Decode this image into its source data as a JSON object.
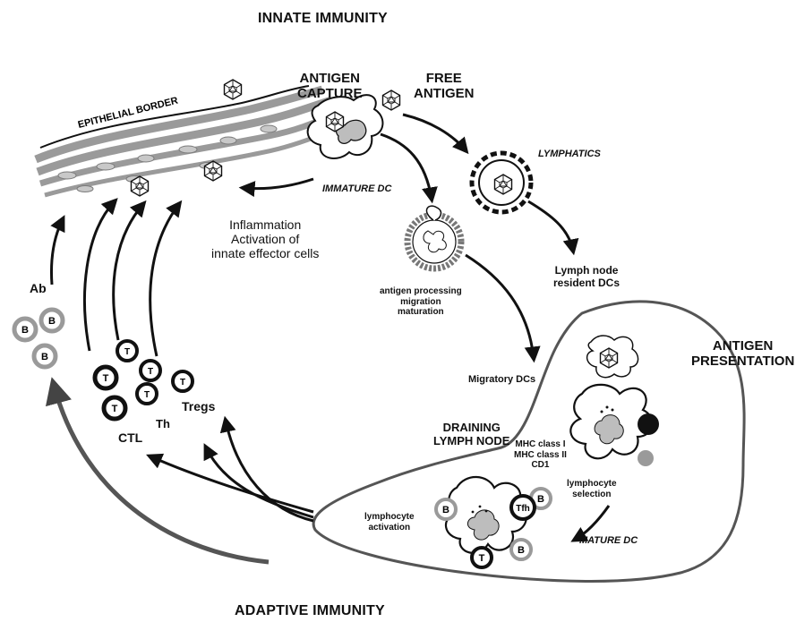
{
  "titles": {
    "innate": "INNATE IMMUNITY",
    "adaptive": "ADAPTIVE IMMUNITY",
    "antigen_capture": [
      "ANTIGEN",
      "CAPTURE"
    ],
    "free_antigen": [
      "FREE",
      "ANTIGEN"
    ],
    "antigen_presentation": [
      "ANTIGEN",
      "PRESENTATION"
    ],
    "draining_lymph_node": [
      "DRAINING",
      "LYMPH NODE"
    ]
  },
  "labels": {
    "epithelial_border": "EPITHELIAL BORDER",
    "lymphatics": "LYMPHATICS",
    "immature_dc": "IMMATURE DC",
    "mature_dc": "MATURE DC",
    "inflammation": [
      "Inflammation",
      "Activation of",
      "innate effector cells"
    ],
    "lymph_node_resident": [
      "Lymph node",
      "resident DCs"
    ],
    "antigen_processing": [
      "antigen processing",
      "migration",
      "maturation"
    ],
    "migratory_dcs": "Migratory DCs",
    "mhc": [
      "MHC class I",
      "MHC class II",
      "CD1"
    ],
    "lymphocyte_selection": [
      "lymphocyte",
      "selection"
    ],
    "lymphocyte_activation": [
      "lymphocyte",
      "activation"
    ],
    "ab": "Ab",
    "ctl": "CTL",
    "th": "Th",
    "tregs": "Tregs"
  },
  "cells": {
    "b": "B",
    "t": "T",
    "tfh": "Tfh"
  },
  "colors": {
    "ink": "#111111",
    "epithelium_gray": "#9a9a9a",
    "dark_gray": "#555555",
    "light_gray": "#bdbdbd",
    "membrane_gray": "#d3d3d3"
  }
}
